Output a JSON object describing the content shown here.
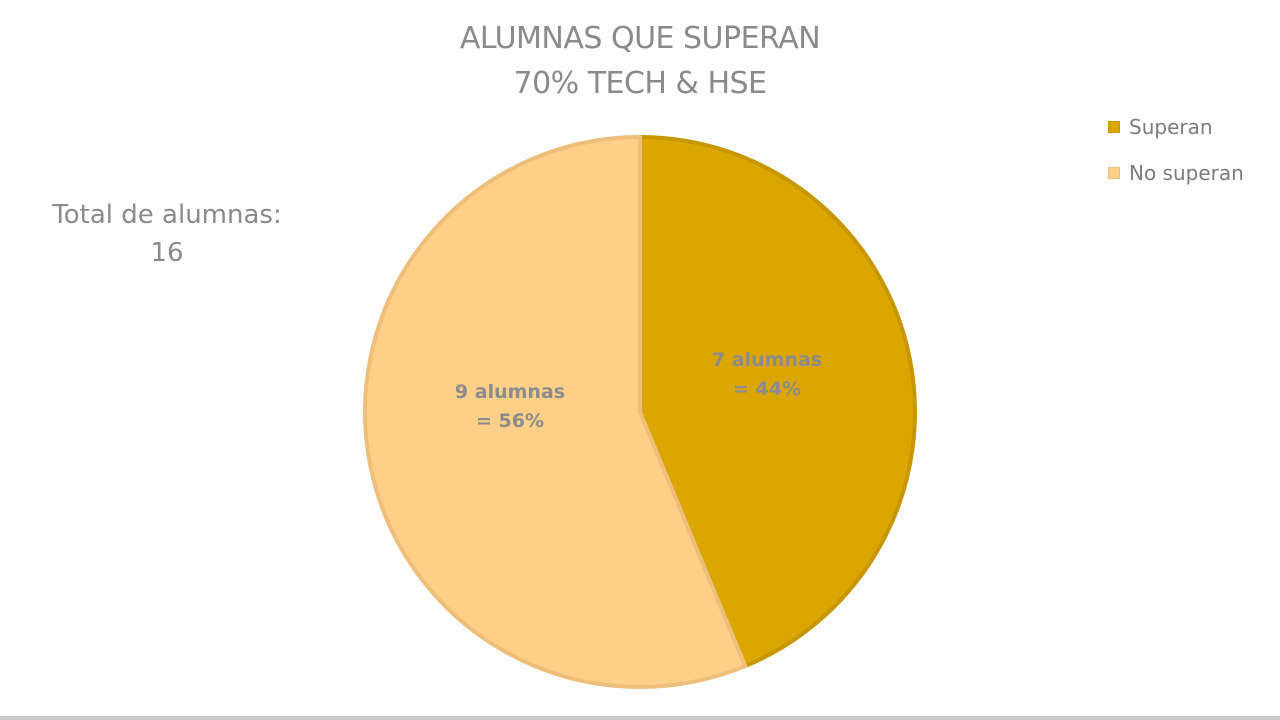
{
  "chart_data": {
    "type": "pie",
    "title_lines": [
      "ALUMNAS QUE SUPERAN",
      "70% TECH & HSE"
    ],
    "categories": [
      "Superan",
      "No superan"
    ],
    "values": [
      7,
      9
    ],
    "percentages": [
      44,
      56
    ],
    "data_labels": [
      [
        "7 alumnas",
        "= 44%"
      ],
      [
        "9 alumnas",
        "= 56%"
      ]
    ],
    "colors": [
      "#dba600",
      "#fdcf88"
    ],
    "edge_colors": [
      "#c79700",
      "#edbf7b"
    ],
    "legend_position": "top-right",
    "annotation_lines": [
      "Total de alumnas:",
      "16"
    ]
  }
}
